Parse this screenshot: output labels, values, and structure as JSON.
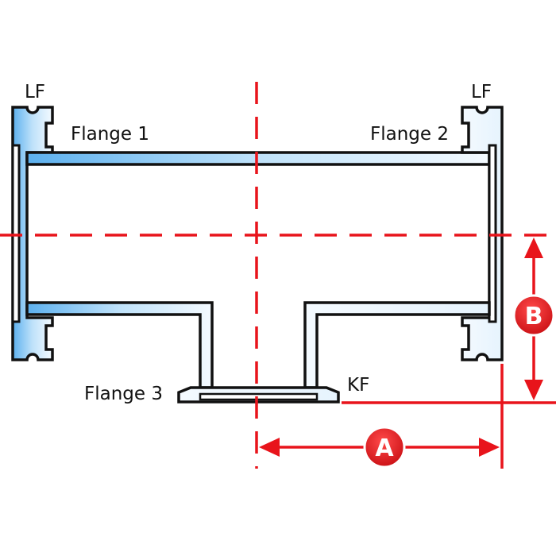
{
  "labels": {
    "lf_left": "LF",
    "lf_right": "LF",
    "flange1": "Flange 1",
    "flange2": "Flange 2",
    "flange3": "Flange 3",
    "kf": "KF"
  },
  "dimensions": {
    "a": "A",
    "b": "B"
  },
  "colors": {
    "dimension_red": "#e8141b",
    "outline": "#111111",
    "fill_dark": "#5cb0ee",
    "fill_light": "#eef8ff"
  }
}
